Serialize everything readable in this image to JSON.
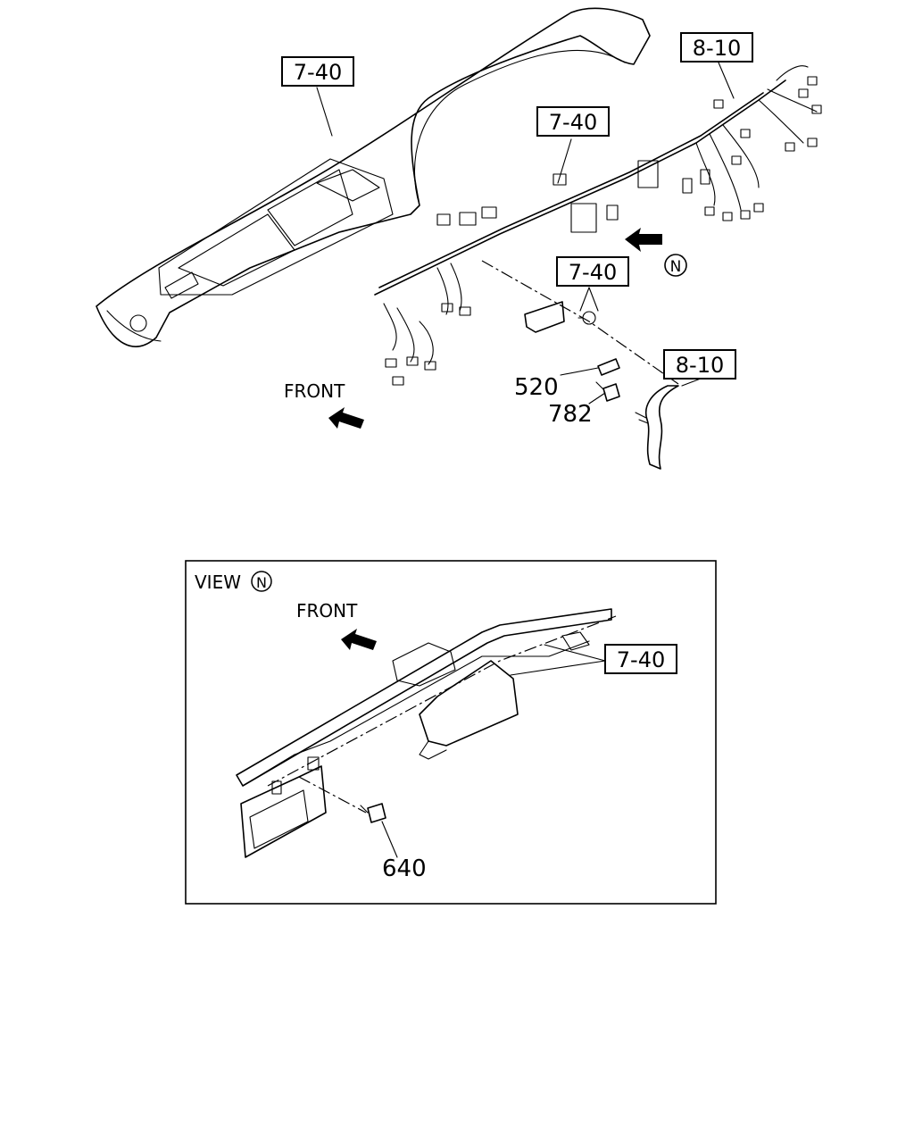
{
  "top_diagram": {
    "callouts": [
      {
        "text": "7-40"
      },
      {
        "text": "7-40"
      },
      {
        "text": "8-10"
      },
      {
        "text": "7-40"
      },
      {
        "text": "8-10"
      }
    ],
    "part_numbers": [
      {
        "text": "520"
      },
      {
        "text": "782"
      }
    ],
    "front_label": "FRONT",
    "view_marker": "N"
  },
  "view_detail": {
    "title_prefix": "VIEW",
    "title_marker": "N",
    "front_label": "FRONT",
    "callouts": [
      {
        "text": "7-40"
      }
    ],
    "part_numbers": [
      {
        "text": "640"
      }
    ]
  },
  "colors": {
    "line": "#000000",
    "background": "#ffffff"
  }
}
